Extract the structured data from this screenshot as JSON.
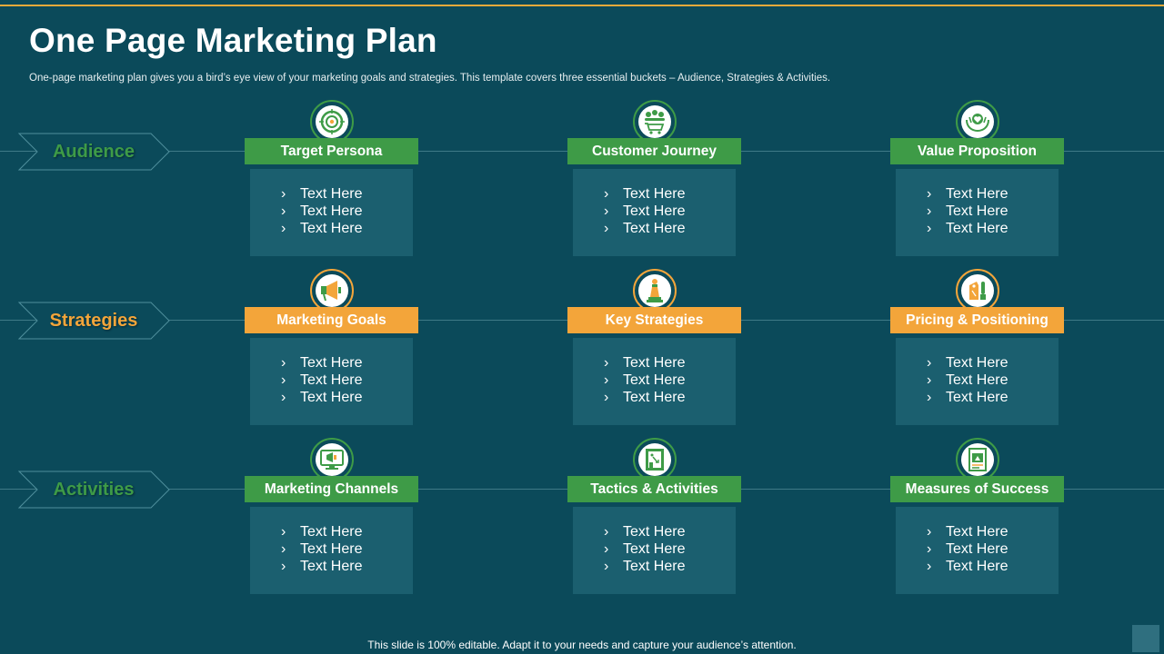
{
  "title": "One Page Marketing Plan",
  "subtitle": "One-page marketing plan gives you a bird’s eye view of your marketing goals and strategies. This template covers three essential buckets – Audience, Strategies & Activities.",
  "colors": {
    "background": "#0b4a5a",
    "green": "#3e9b47",
    "orange": "#f3a53a",
    "accent_line": "#e8a93a",
    "body_box": "#1b5f6f"
  },
  "rows": [
    {
      "label": "Audience",
      "color": "#3e9b47"
    },
    {
      "label": "Strategies",
      "color": "#f3a53a"
    },
    {
      "label": "Activities",
      "color": "#3e9b47"
    }
  ],
  "cards": [
    {
      "heading": "Target Persona",
      "icon": "target-icon",
      "items": [
        "Text Here",
        "Text Here",
        "Text Here"
      ]
    },
    {
      "heading": "Customer Journey",
      "icon": "shopping-cart-people-icon",
      "items": [
        "Text Here",
        "Text Here",
        "Text Here"
      ]
    },
    {
      "heading": "Value Proposition",
      "icon": "hand-heart-icon",
      "items": [
        "Text Here",
        "Text Here",
        "Text Here"
      ]
    },
    {
      "heading": "Marketing Goals",
      "icon": "megaphone-icon",
      "items": [
        "Text Here",
        "Text Here",
        "Text Here"
      ]
    },
    {
      "heading": "Key Strategies",
      "icon": "chess-piece-icon",
      "items": [
        "Text Here",
        "Text Here",
        "Text Here"
      ]
    },
    {
      "heading": "Pricing & Positioning",
      "icon": "price-tag-icon",
      "items": [
        "Text Here",
        "Text Here",
        "Text Here"
      ]
    },
    {
      "heading": "Marketing Channels",
      "icon": "monitor-megaphone-icon",
      "items": [
        "Text Here",
        "Text Here",
        "Text Here"
      ]
    },
    {
      "heading": "Tactics & Activities",
      "icon": "strategy-board-icon",
      "items": [
        "Text Here",
        "Text Here",
        "Text Here"
      ]
    },
    {
      "heading": "Measures of Success",
      "icon": "report-chart-icon",
      "items": [
        "Text Here",
        "Text Here",
        "Text Here"
      ]
    }
  ],
  "bullet_glyph": "›",
  "footer": "This slide is 100% editable. Adapt it to your needs and capture your audience’s attention."
}
